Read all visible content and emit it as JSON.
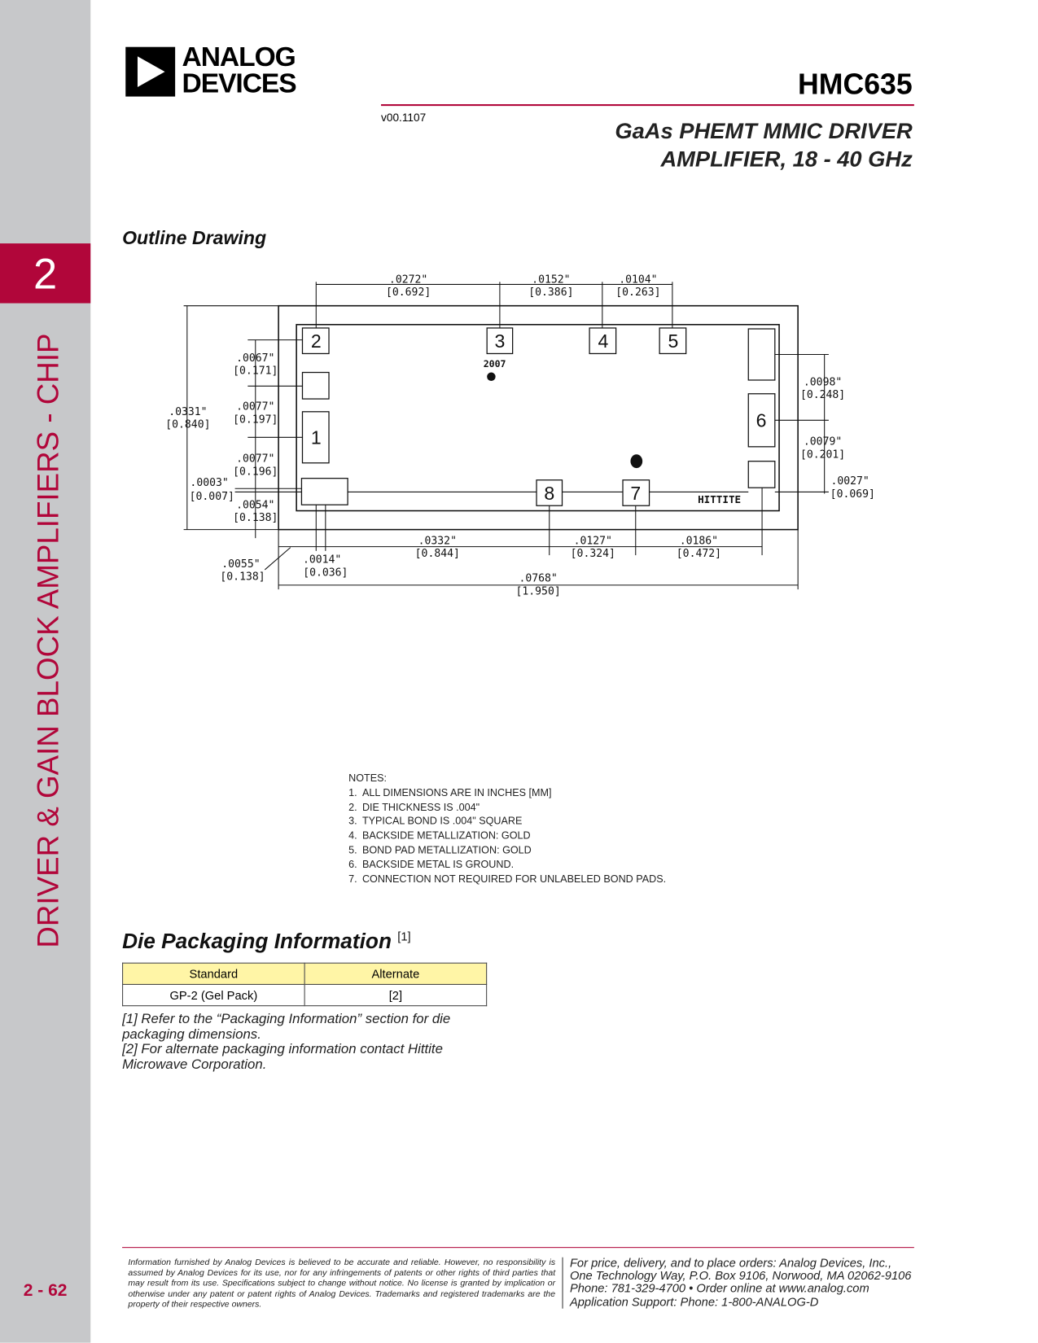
{
  "sidebar": {
    "chapter_number": "2",
    "chapter_title": "DRIVER & GAIN BLOCK AMPLIFIERS - CHIP",
    "page_number": "2 - 62"
  },
  "header": {
    "logo_text": "ANALOG DEVICES",
    "logo_line1": "ANALOG",
    "logo_line2": "DEVICES",
    "part_number": "HMC635",
    "version": "v00.1107",
    "title_line1": "GaAs PHEMT MMIC DRIVER",
    "title_line2": "AMPLIFIER, 18 - 40 GHz"
  },
  "outline": {
    "heading": "Outline Drawing",
    "pads": [
      "1",
      "2",
      "3",
      "4",
      "5",
      "6",
      "7",
      "8"
    ],
    "die_marking": "2007",
    "die_logo": "HITTITE",
    "dims": {
      "top1": [
        ".0272\"",
        "[0.692]"
      ],
      "top2": [
        ".0152\"",
        "[0.386]"
      ],
      "top3": [
        ".0104\"",
        "[0.263]"
      ],
      "left1": [
        ".0067\"",
        "[0.171]"
      ],
      "left2": [
        ".0077\"",
        "[0.197]"
      ],
      "left3": [
        ".0077\"",
        "[0.196]"
      ],
      "left4": [
        ".0003\"",
        "[0.007]"
      ],
      "left5": [
        ".0054\"",
        "[0.138]"
      ],
      "height": [
        ".0331\"",
        "[0.840]"
      ],
      "right1": [
        ".0098\"",
        "[0.248]"
      ],
      "right2": [
        ".0079\"",
        "[0.201]"
      ],
      "right3": [
        ".0027\"",
        "[0.069]"
      ],
      "bot1": [
        ".0055\"",
        "[0.138]"
      ],
      "bot2": [
        ".0014\"",
        "[0.036]"
      ],
      "bot3": [
        ".0332\"",
        "[0.844]"
      ],
      "bot4": [
        ".0127\"",
        "[0.324]"
      ],
      "bot5": [
        ".0186\"",
        "[0.472]"
      ],
      "width": [
        ".0768\"",
        "[1.950]"
      ]
    }
  },
  "notes": {
    "heading": "NOTES:",
    "items": [
      "ALL DIMENSIONS ARE IN INCHES [MM]",
      "DIE THICKNESS IS .004\"",
      "TYPICAL BOND IS .004\" SQUARE",
      "BACKSIDE METALLIZATION:  GOLD",
      "BOND PAD METALLIZATION:  GOLD",
      "BACKSIDE METAL IS GROUND.",
      "CONNECTION NOT REQUIRED FOR  UNLABELED BOND PADS."
    ]
  },
  "packaging": {
    "heading": "Die Packaging Information",
    "heading_ref": "[1]",
    "columns": [
      "Standard",
      "Alternate"
    ],
    "rows": [
      [
        "GP-2 (Gel Pack)",
        "[2]"
      ]
    ],
    "footnote1": "[1] Refer to the “Packaging Information” section for die packaging dimensions.",
    "footnote2": "[2] For alternate packaging information contact Hittite Microwave Corporation."
  },
  "footer": {
    "disclaimer": "Information furnished by Analog Devices is believed to be accurate and reliable. However, no responsibility is assumed by Analog Devices for its use, nor for any infringements of patents or other rights of third parties that may result from its use. Specifications subject to change without notice. No license is granted by implication or otherwise under any patent or patent rights of Analog Devices. Trademarks and registered trademarks are the property of their respective owners.",
    "contact_line1": "For price, delivery, and to place orders: Analog Devices, Inc.,",
    "contact_line2": "One Technology Way, P.O. Box 9106, Norwood, MA 02062-9106",
    "contact_line3": "Phone: 781-329-4700 • Order online at www.analog.com",
    "contact_line4": "Application Support: Phone: 1-800-ANALOG-D"
  },
  "colors": {
    "accent": "#b1063a",
    "sidebar": "#c7c8ca",
    "table_header": "#fff5a6"
  }
}
